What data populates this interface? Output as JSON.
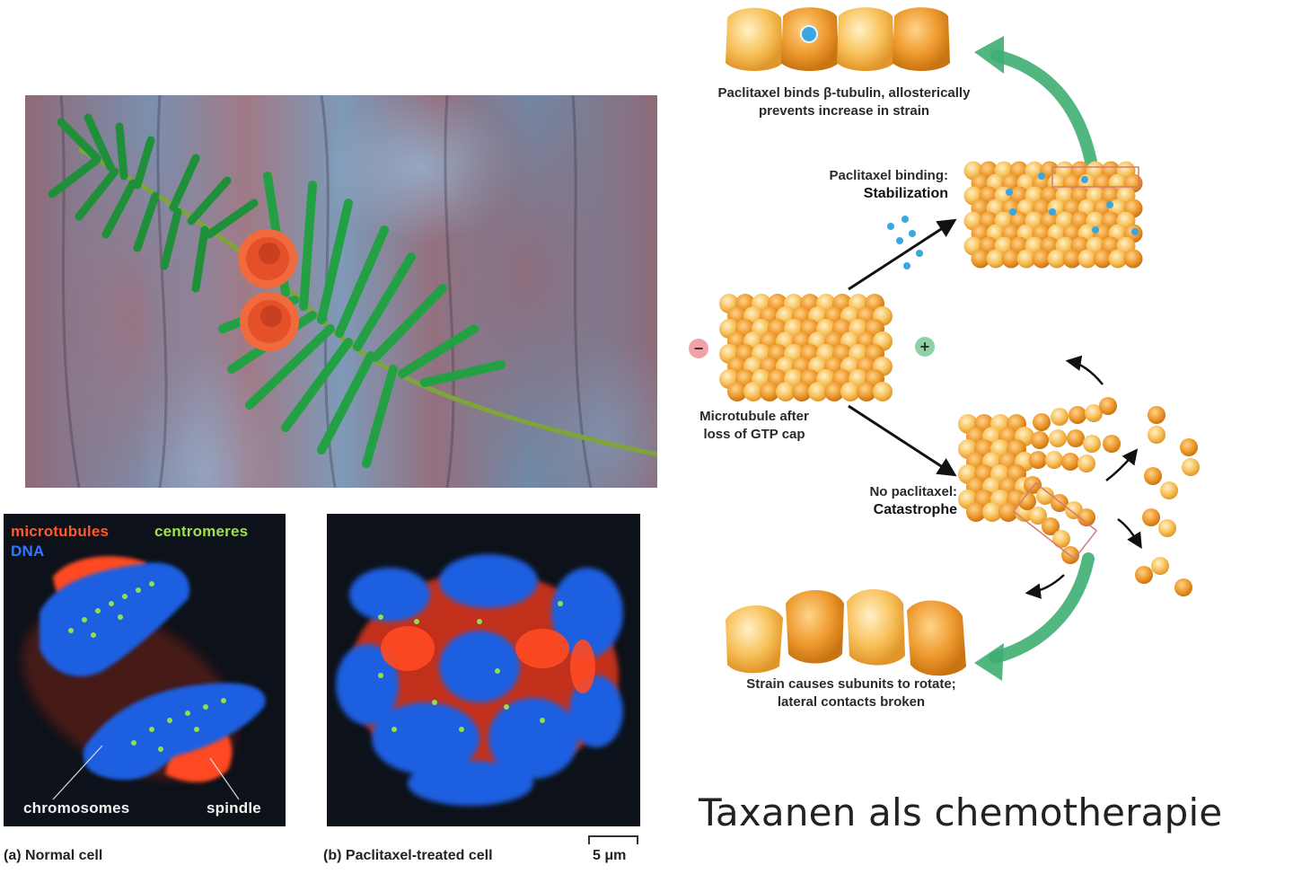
{
  "photo": {
    "subject": "yew-branch-with-berries"
  },
  "panel_a": {
    "legend_microtubules": "microtubules",
    "legend_centromeres": "centromeres",
    "legend_dna": "DNA",
    "label_chromosomes": "chromosomes",
    "label_spindle": "spindle",
    "caption_letter": "(a)",
    "caption_text": "Normal cell"
  },
  "panel_b": {
    "caption_letter": "(b)",
    "caption_text": "Paclitaxel-treated cell",
    "scale_bar": "5 μm"
  },
  "diagram": {
    "top_text_line1": "Paclitaxel binds β-tubulin, allosterically",
    "top_text_line2": "prevents increase in strain",
    "stab_line1": "Paclitaxel binding:",
    "stab_line2": "Stabilization",
    "minus_sign": "−",
    "plus_sign": "+",
    "mt_line1": "Microtubule after",
    "mt_line2": "loss of GTP cap",
    "cat_line1": "No paclitaxel:",
    "cat_line2": "Catastrophe",
    "bottom_text_line1": "Strain causes subunits to rotate;",
    "bottom_text_line2": "lateral contacts broken"
  },
  "slide_title": "Taxanen als chemotherapie",
  "colors": {
    "tubulin_light": "#f8c15a",
    "tubulin_dark": "#ee9a2e",
    "paclitaxel_dot": "#3aa6e0",
    "arrow_green": "#3fae73",
    "microtubule_red": "#ff4a22",
    "dna_blue": "#1f5fe0",
    "centromere_green": "#8fe04a"
  }
}
